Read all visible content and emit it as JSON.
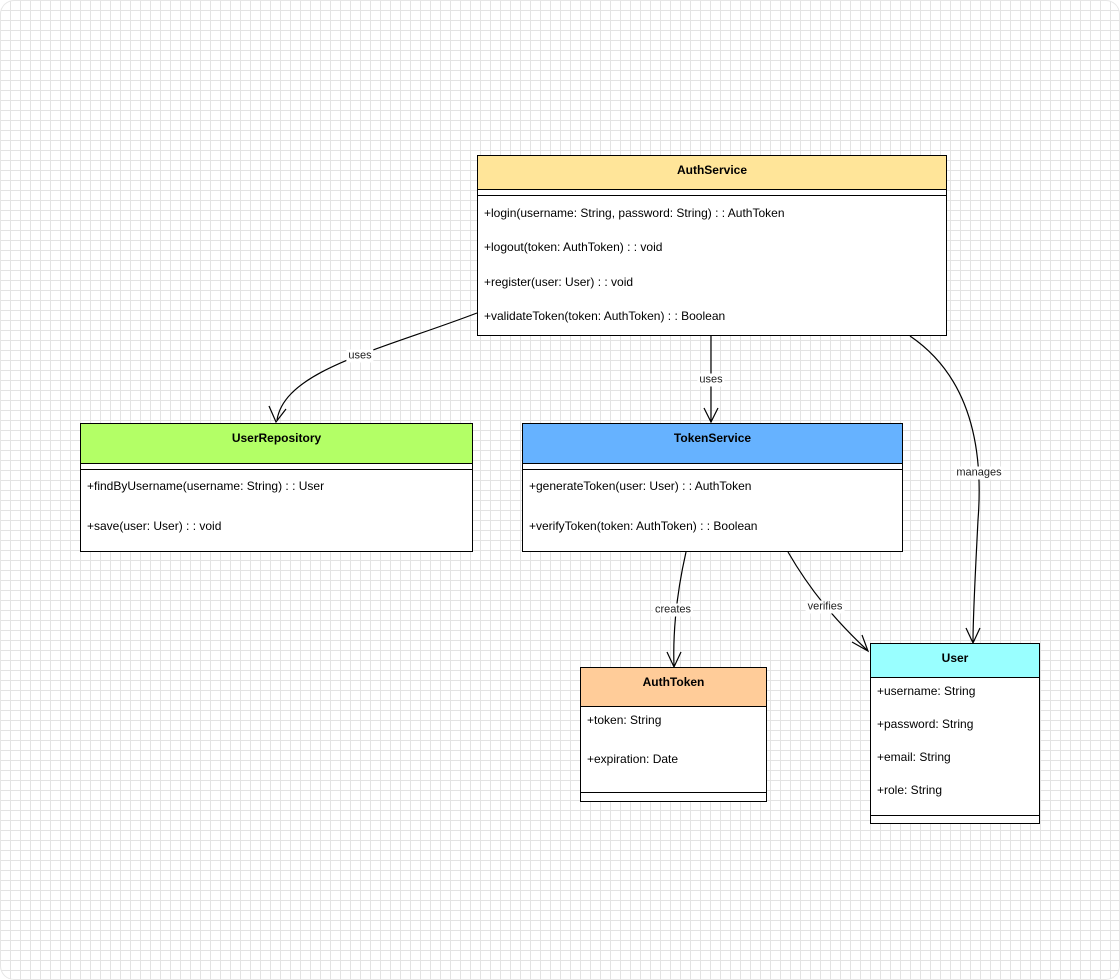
{
  "diagram": {
    "classes": {
      "auth_service": {
        "name": "AuthService",
        "color": "#ffe599",
        "methods": [
          "+login(username: String, password: String) : : AuthToken",
          "+logout(token: AuthToken) : : void",
          "+register(user: User) : : void",
          "+validateToken(token: AuthToken) : : Boolean"
        ]
      },
      "user_repository": {
        "name": "UserRepository",
        "color": "#b3ff66",
        "methods": [
          "+findByUsername(username: String) : : User",
          "+save(user: User) : : void"
        ]
      },
      "token_service": {
        "name": "TokenService",
        "color": "#66b2ff",
        "methods": [
          "+generateToken(user: User) : : AuthToken",
          "+verifyToken(token: AuthToken) : : Boolean"
        ]
      },
      "auth_token": {
        "name": "AuthToken",
        "color": "#ffcc99",
        "attributes": [
          "+token: String",
          "+expiration: Date"
        ]
      },
      "user": {
        "name": "User",
        "color": "#99ffff",
        "attributes": [
          "+username: String",
          "+password: String",
          "+email: String",
          "+role: String"
        ]
      }
    },
    "relations": [
      {
        "from": "AuthService",
        "to": "UserRepository",
        "label": "uses"
      },
      {
        "from": "AuthService",
        "to": "TokenService",
        "label": "uses"
      },
      {
        "from": "AuthService",
        "to": "User",
        "label": "manages"
      },
      {
        "from": "TokenService",
        "to": "AuthToken",
        "label": "creates"
      },
      {
        "from": "TokenService",
        "to": "User",
        "label": "verifies"
      }
    ]
  }
}
